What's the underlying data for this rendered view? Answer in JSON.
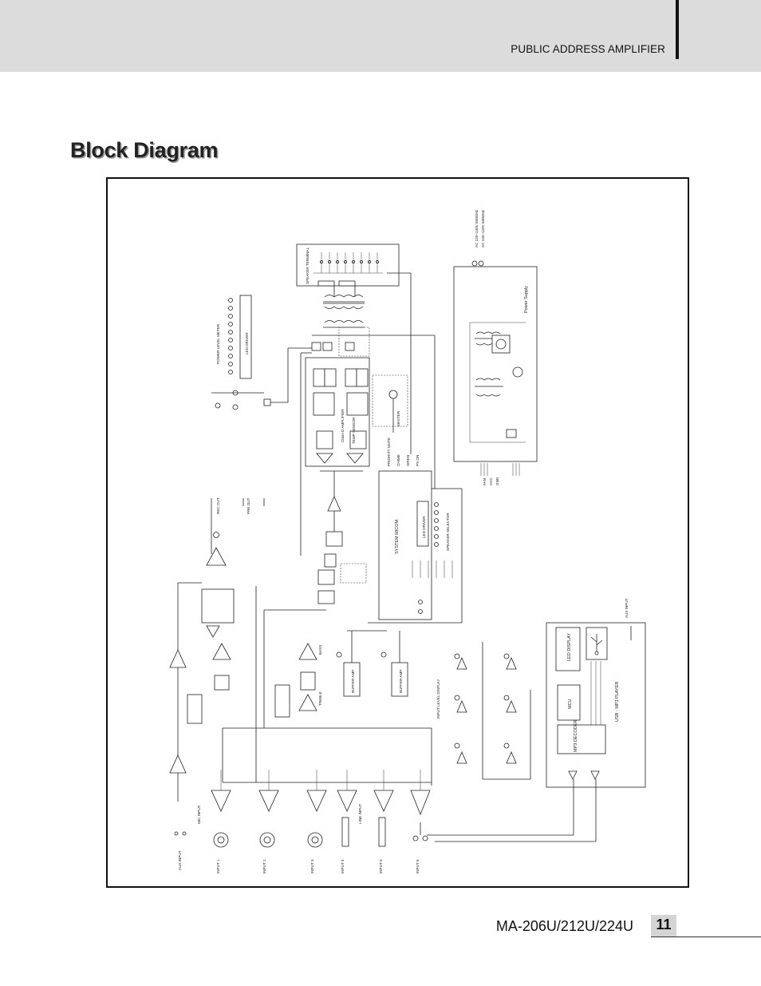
{
  "header": {
    "label": "PUBLIC ADDRESS AMPLIFIER"
  },
  "page": {
    "title": "Block Diagram"
  },
  "footer": {
    "model": "MA-206U/212U/224U",
    "page_number": "11"
  },
  "diagram": {
    "speaker_terminal": "SPEAKER TERMINAL",
    "power_supply": "Power Supply",
    "power_level_meter": "POWER LEVEL METER",
    "system_micom": "SYSTEM MICOM",
    "speaker_selector": "SPEAKER SELECTOR",
    "led_driver_left": "LED DRIVER",
    "led_driver_right": "LED DRIVER",
    "class_d_amplifier": "Class-D AMPLIFIER",
    "buffer_amp_1": "BUFFER AMP",
    "buffer_amp_2": "BUFFER AMP",
    "led_display": "LED DISPLAY",
    "mcu": "MCU",
    "mp3_decoder": "MP3 DECODER",
    "usb_mp3_player": "USB - MP3 PLAYER",
    "lcd_display_side": "INPUT LEVEL DISPLAY",
    "ac_line_1": "AC 220~240V 50/60Hz",
    "ac_line_2": "AC 100~120V 50/60Hz",
    "aux_input": "AUX INPUT",
    "input_1_label": "INPUT 1",
    "input_2_label": "INPUT 2",
    "input_3_label": "INPUT 3",
    "input_4_label": "INPUT 4",
    "input_5_label": "INPUT 5",
    "input_6_label": "INPUT 6",
    "input_labels": [
      "INPUT 1",
      "INPUT 2",
      "INPUT 3",
      "INPUT 4",
      "INPUT 5",
      "INPUT 6"
    ],
    "mic_input": "MIC INPUT",
    "line_input": "LINE INPUT",
    "rec_out": "REC OUT",
    "pre_out": "PRE OUT",
    "bass": "BASS",
    "treble": "TREBLE",
    "master": "MASTER",
    "priority_mute": "PRIORITY MUTE",
    "chime": "CHIME",
    "siren": "SIREN",
    "ps_on": "PS ON",
    "temp_sensor": "TEMP SENSOR",
    "fan": "FAN",
    "vcc": "VCC",
    "gnd": "GND"
  }
}
